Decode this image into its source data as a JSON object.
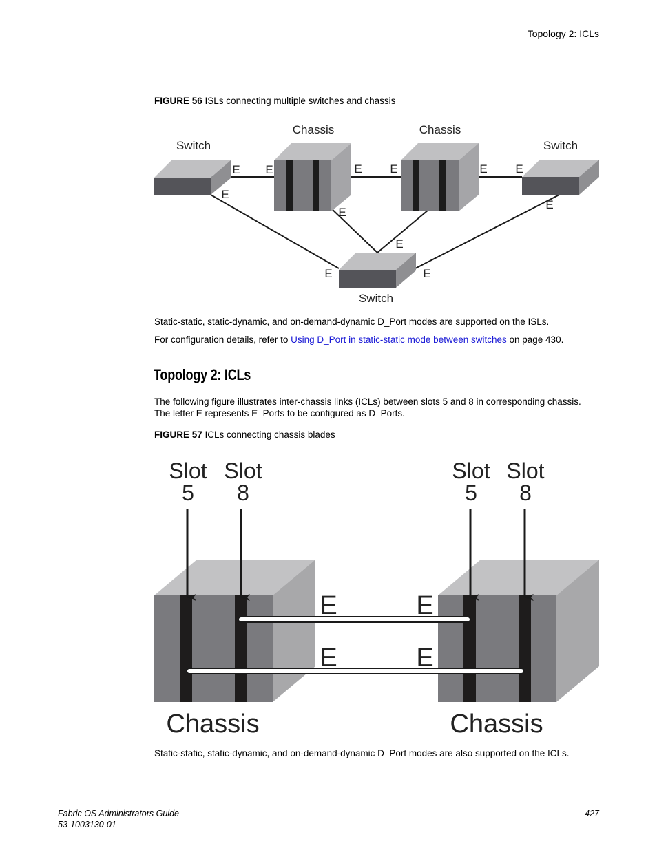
{
  "header": {
    "running_title": "Topology 2: ICLs"
  },
  "figure56": {
    "label": "FIGURE 56",
    "caption": "ISLs connecting multiple switches and chassis",
    "labels": {
      "switch_left": "Switch",
      "chassis_1": "Chassis",
      "chassis_2": "Chassis",
      "switch_right": "Switch",
      "switch_bottom": "Switch",
      "port": "E"
    }
  },
  "para1": "Static-static, static-dynamic, and on-demand-dynamic D_Port modes are supported on the ISLs.",
  "para2": {
    "prefix": "For configuration details, refer to ",
    "link": "Using D_Port in static-static mode between switches",
    "suffix": " on page 430."
  },
  "section": {
    "title": "Topology 2: ICLs",
    "intro_line1": "The following figure illustrates inter-chassis links (ICLs) between slots 5 and 8 in corresponding chassis.",
    "intro_line2": "The letter E represents E_Ports to be configured as D_Ports."
  },
  "figure57": {
    "label": "FIGURE 57",
    "caption": "ICLs connecting chassis blades",
    "labels": {
      "slot_word": "Slot",
      "slot_5": "5",
      "slot_8": "8",
      "port": "E",
      "chassis": "Chassis"
    }
  },
  "para3": "Static-static, static-dynamic, and on-demand-dynamic D_Port modes are also supported on the ICLs.",
  "footer": {
    "doc_title": "Fabric OS Administrators Guide",
    "doc_number": "53-1003130-01",
    "page_number": "427"
  }
}
